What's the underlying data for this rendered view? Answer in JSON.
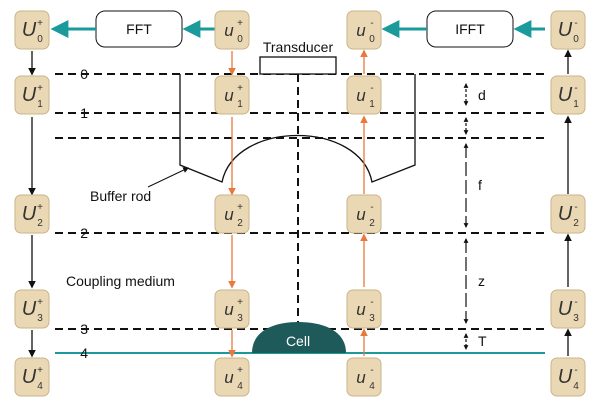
{
  "boxes": {
    "fft": "FFT",
    "ifft": "IFFT",
    "transducer": "Transducer",
    "cell": "Cell"
  },
  "labels": {
    "buffer_rod": "Buffer rod",
    "coupling_medium": "Coupling medium"
  },
  "planes": [
    "0",
    "1",
    "2",
    "3",
    "4"
  ],
  "dimensions": [
    "d",
    "f",
    "z",
    "T"
  ],
  "columns": {
    "U_plus": {
      "symbol": "U",
      "sup": "+",
      "subs": [
        "0",
        "1",
        "2",
        "3",
        "4"
      ]
    },
    "u_plus": {
      "symbol": "u",
      "sup": "+",
      "subs": [
        "0",
        "1",
        "2",
        "3",
        "4"
      ]
    },
    "u_minus": {
      "symbol": "u",
      "sup": "-",
      "subs": [
        "0",
        "1",
        "2",
        "3",
        "4"
      ]
    },
    "U_minus": {
      "symbol": "U",
      "sup": "-",
      "subs": [
        "0",
        "1",
        "2",
        "3",
        "4"
      ]
    }
  },
  "colors": {
    "teal": "#1a9a9a",
    "orange": "#e8783c",
    "node_fill": "#ead8b4",
    "cell": "#1f5a5a"
  }
}
